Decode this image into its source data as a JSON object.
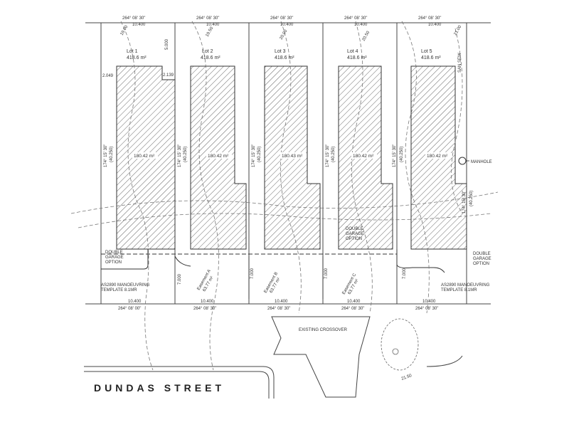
{
  "street_name": "DUNDAS STREET",
  "existing_crossover": "EXISTING CROSSOVER",
  "manhole": "MANHOLE",
  "bearing_top": "264° 08' 30\"",
  "bearing_side": "174° 15' 30\"",
  "frontage_width": "10.400",
  "side_depth": "(40.250)",
  "driveway_width": "7.000",
  "lots": [
    {
      "name": "Lot 1",
      "area": "418.6 m²",
      "building_area": "180.42 m²",
      "bearing_bottom": "264° 08' 00\""
    },
    {
      "name": "Lot 2",
      "area": "418.6 m²",
      "building_area": "180.42 m²",
      "bearing_bottom": "264° 08' 30\""
    },
    {
      "name": "Lot 3",
      "area": "418.6 m²",
      "building_area": "180.43 m²",
      "bearing_bottom": "264° 08' 30\""
    },
    {
      "name": "Lot 4",
      "area": "418.6 m²",
      "building_area": "180.42 m²",
      "bearing_bottom": "264° 08' 30\""
    },
    {
      "name": "Lot 5",
      "area": "418.6 m²",
      "building_area": "180.42 m²",
      "bearing_bottom": "264° 08' 30\""
    }
  ],
  "contours": [
    "19.00",
    "19.50",
    "20.00",
    "20.50",
    "21.00",
    "21.50"
  ],
  "garage_option": [
    "DOUBLE",
    "GARAGE",
    "OPTION"
  ],
  "manoeuvring_left": [
    "AS2890 MANOEUVRING",
    "TEMPLATE 8.1MR"
  ],
  "manoeuvring_right": [
    "AS2890 MANOEUVRING",
    "TEMPLATE 8.1MR"
  ],
  "easements": [
    {
      "label": "Easement A",
      "area": "63.77 m²"
    },
    {
      "label": "Easement B",
      "area": "63.77 m²"
    },
    {
      "label": "Easement C",
      "area": "63.77 m²"
    }
  ],
  "dims": {
    "d1": "2.049",
    "d2": "2.139",
    "d3": "5.000"
  },
  "sewer_label": "SAN SEW"
}
